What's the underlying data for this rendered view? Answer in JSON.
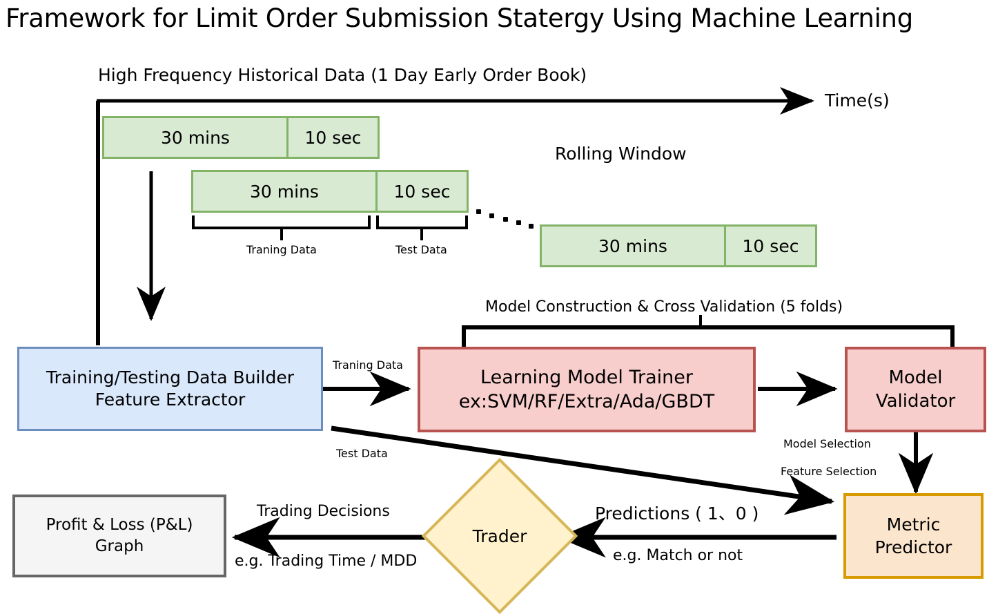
{
  "title": "Framework for Limit Order Submission Statergy Using Machine Learning",
  "timeline": {
    "caption": "High Frequency Historical Data (1 Day Early Order Book)",
    "axis_label": "Time(s)",
    "rolling_window_label": "Rolling Window",
    "windows": [
      {
        "train": "30 mins",
        "test": "10 sec"
      },
      {
        "train": "30 mins",
        "test": "10 sec"
      },
      {
        "train": "30 mins",
        "test": "10 sec"
      }
    ],
    "brace_labels": {
      "training": "Traning Data",
      "test": "Test Data"
    },
    "ellipsis_dots": 5
  },
  "nodes": {
    "data_builder": {
      "line1": "Training/Testing Data Builder",
      "line2": "Feature Extractor",
      "fill": "#dae8fc",
      "stroke": "#6c8ebf"
    },
    "model_trainer": {
      "line1": "Learning Model Trainer",
      "line2": "ex:SVM/RF/Extra/Ada/GBDT",
      "fill": "#f8cecc",
      "stroke": "#b85450"
    },
    "model_validator": {
      "line1": "Model",
      "line2": "Validator",
      "fill": "#f8cecc",
      "stroke": "#b85450"
    },
    "metric_predictor": {
      "line1": "Metric",
      "line2": "Predictor",
      "fill": "#fce5cd",
      "stroke": "#d79b00"
    },
    "trader": {
      "label": "Trader",
      "fill": "#fff2cc",
      "stroke": "#d6b656"
    },
    "pnl_graph": {
      "line1": "Profit & Loss (P&L)",
      "line2": "Graph",
      "fill": "#f5f5f5",
      "stroke": "#666666"
    }
  },
  "edges": {
    "cv_bracket_label": "Model Construction & Cross Validation (5 folds)",
    "training_data": "Traning Data",
    "test_data": "Test Data",
    "model_selection": "Model Selection",
    "feature_selection": "Feature Selection",
    "predictions": "Predictions ( 1、0 )",
    "predictions_note": "e.g. Match or not",
    "trading_decisions": "Trading Decisions",
    "trading_decisions_note": "e.g. Trading Time / MDD"
  },
  "colors": {
    "green_fill": "#d9ead3",
    "green_stroke": "#82b366",
    "ink": "#000000",
    "background": "#ffffff"
  }
}
